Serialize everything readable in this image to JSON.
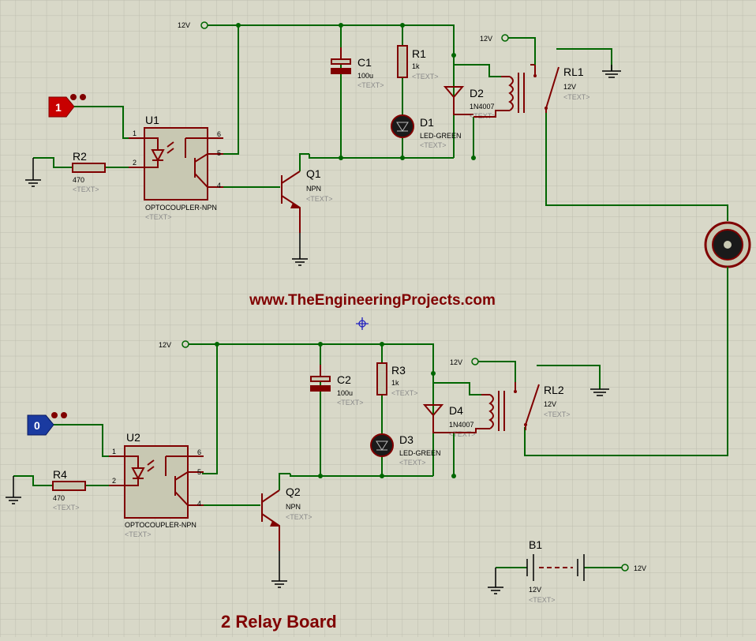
{
  "banner": "www.TheEngineeringProjects.com",
  "footer": "2 Relay Board",
  "power_label": "12V",
  "text_placeholder": "<TEXT>",
  "colors": {
    "background": "#d8d8c8",
    "grid": "#bdbdae",
    "wire": "#006600",
    "component": "#800000",
    "optocoupler_fill": "#c8c8b2",
    "terminal_high": "#c80000",
    "terminal_low": "#1a3aa0"
  },
  "inputs": {
    "high": {
      "value": "1"
    },
    "low": {
      "value": "0"
    }
  },
  "channel1": {
    "optocoupler": {
      "ref": "U1",
      "part": "OPTOCOUPLER-NPN",
      "pins": [
        "1",
        "2",
        "4",
        "5",
        "6"
      ]
    },
    "resistor_input": {
      "ref": "R2",
      "value": "470"
    },
    "transistor": {
      "ref": "Q1",
      "type": "NPN"
    },
    "capacitor": {
      "ref": "C1",
      "value": "100u"
    },
    "resistor_led": {
      "ref": "R1",
      "value": "1k"
    },
    "led": {
      "ref": "D1",
      "part": "LED-GREEN"
    },
    "diode": {
      "ref": "D2",
      "part": "1N4007"
    },
    "relay": {
      "ref": "RL1",
      "value": "12V"
    }
  },
  "channel2": {
    "optocoupler": {
      "ref": "U2",
      "part": "OPTOCOUPLER-NPN",
      "pins": [
        "1",
        "2",
        "4",
        "5",
        "6"
      ]
    },
    "resistor_input": {
      "ref": "R4",
      "value": "470"
    },
    "transistor": {
      "ref": "Q2",
      "type": "NPN"
    },
    "capacitor": {
      "ref": "C2",
      "value": "100u"
    },
    "resistor_led": {
      "ref": "R3",
      "value": "1k"
    },
    "led": {
      "ref": "D3",
      "part": "LED-GREEN"
    },
    "diode": {
      "ref": "D4",
      "part": "1N4007"
    },
    "relay": {
      "ref": "RL2",
      "value": "12V"
    }
  },
  "battery": {
    "ref": "B1",
    "value": "12V"
  }
}
